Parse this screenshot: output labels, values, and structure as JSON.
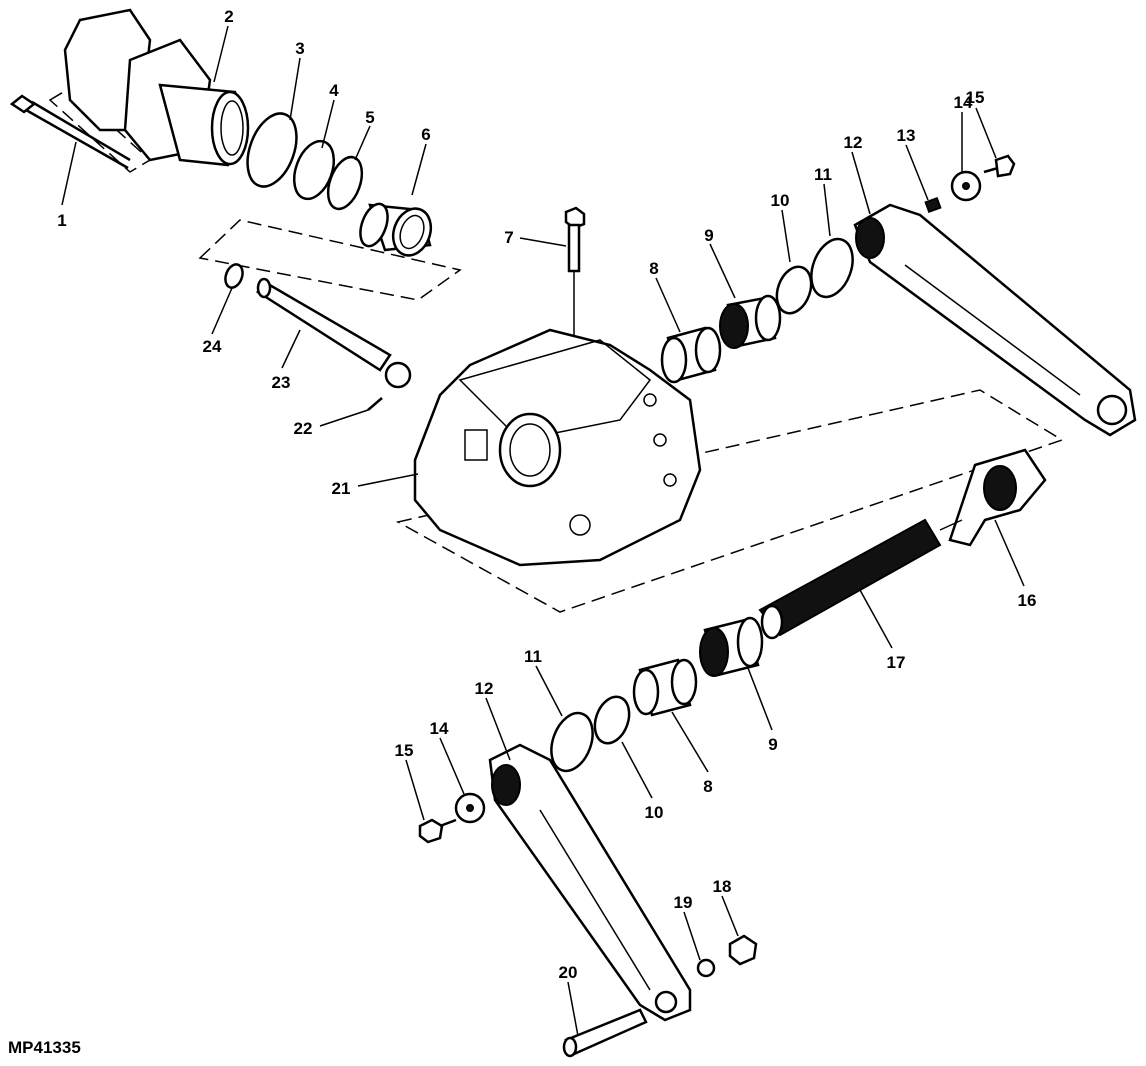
{
  "figure_id": "MP41335",
  "callouts": {
    "c1": "1",
    "c2": "2",
    "c3": "3",
    "c4": "4",
    "c5": "5",
    "c6": "6",
    "c7": "7",
    "c8a": "8",
    "c9a": "9",
    "c10a": "10",
    "c11a": "11",
    "c12a": "12",
    "c13": "13",
    "c14a": "14",
    "c15a": "15",
    "c16": "16",
    "c17": "17",
    "c18": "18",
    "c19": "19",
    "c20": "20",
    "c21": "21",
    "c22": "22",
    "c23": "23",
    "c24": "24",
    "c8b": "8",
    "c9b": "9",
    "c10b": "10",
    "c11b": "11",
    "c12b": "12",
    "c14b": "14",
    "c15b": "15"
  }
}
